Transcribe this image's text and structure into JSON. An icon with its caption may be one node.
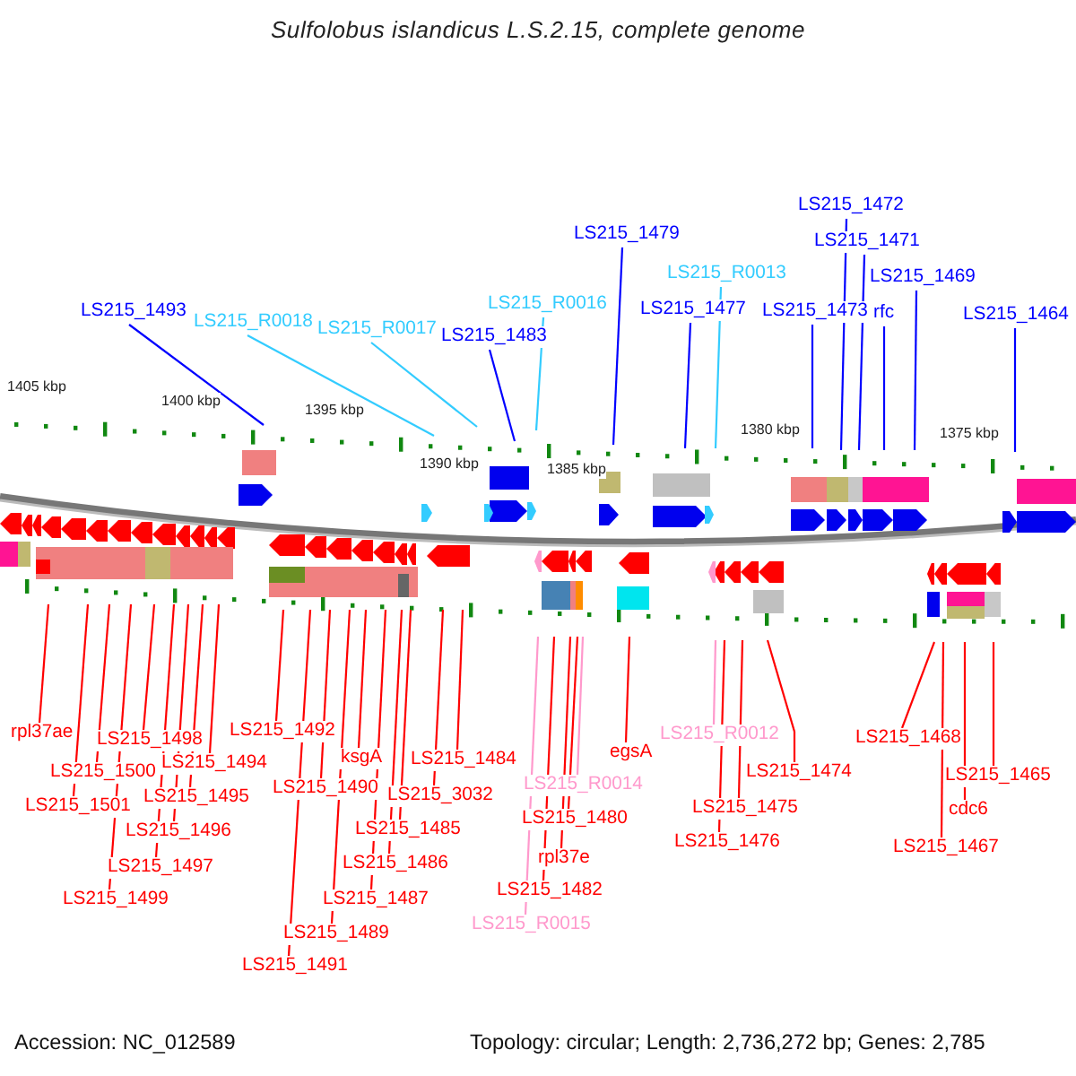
{
  "diagram": {
    "title": "Sulfolobus islandicus L.S.2.15, complete genome",
    "nodes": [
      {
        "text": [
          "LS215_1493"
        ]
      },
      {
        "text": [
          "LS215_R0018"
        ]
      },
      {
        "text": [
          "LS215_R0017"
        ]
      },
      {
        "text": [
          "LS215_1483"
        ]
      },
      {
        "text": [
          "LS215_R0016"
        ]
      },
      {
        "text": [
          "LS215_1479"
        ]
      },
      {
        "text": [
          "LS215_R0013"
        ]
      },
      {
        "text": [
          "LS215_1477"
        ]
      },
      {
        "text": [
          "LS215_1473"
        ]
      },
      {
        "text": [
          "LS215_1472"
        ]
      },
      {
        "text": [
          "LS215_1471"
        ]
      },
      {
        "text": [
          "rfc"
        ]
      },
      {
        "text": [
          "LS215_1469"
        ]
      },
      {
        "text": [
          "LS215_1464"
        ]
      },
      {
        "text": [
          "rpl37ae"
        ]
      },
      {
        "text": [
          "LS215_1501"
        ]
      },
      {
        "text": [
          "LS215_1500"
        ]
      },
      {
        "text": [
          "LS215_1499"
        ]
      },
      {
        "text": [
          "LS215_1498"
        ]
      },
      {
        "text": [
          "LS215_1497"
        ]
      },
      {
        "text": [
          "LS215_1496"
        ]
      },
      {
        "text": [
          "LS215_1495"
        ]
      },
      {
        "text": [
          "LS215_1494"
        ]
      },
      {
        "text": [
          "LS215_1492"
        ]
      },
      {
        "text": [
          "LS215_1491"
        ]
      },
      {
        "text": [
          "LS215_1490"
        ]
      },
      {
        "text": [
          "LS215_1489"
        ]
      },
      {
        "text": [
          "ksgA"
        ]
      },
      {
        "text": [
          "LS215_1487"
        ]
      },
      {
        "text": [
          "LS215_1486"
        ]
      },
      {
        "text": [
          "LS215_1485"
        ]
      },
      {
        "text": [
          "LS215_3032"
        ]
      },
      {
        "text": [
          "LS215_1484"
        ]
      },
      {
        "text": [
          "LS215_R0015"
        ]
      },
      {
        "text": [
          "LS215_1482"
        ]
      },
      {
        "text": [
          "rpl37e"
        ]
      },
      {
        "text": [
          "LS215_1480"
        ]
      },
      {
        "text": [
          "LS215_R0014"
        ]
      },
      {
        "text": [
          "egsA"
        ]
      },
      {
        "text": [
          "LS215_R0012"
        ]
      },
      {
        "text": [
          "LS215_1476"
        ]
      },
      {
        "text": [
          "LS215_1475"
        ]
      },
      {
        "text": [
          "LS215_1474"
        ]
      },
      {
        "text": [
          "LS215_1468"
        ]
      },
      {
        "text": [
          "LS215_1467"
        ]
      },
      {
        "text": [
          "cdc6"
        ]
      },
      {
        "text": [
          "LS215_1465"
        ]
      }
    ],
    "edges": [
      {
        "from": 0,
        "to": null,
        "arrow": "none",
        "color": "#0000ff"
      },
      {
        "from": 1,
        "to": null,
        "arrow": "none",
        "color": "#33ccff"
      },
      {
        "from": 2,
        "to": null,
        "arrow": "none",
        "color": "#33ccff"
      },
      {
        "from": 3,
        "to": null,
        "arrow": "none",
        "color": "#0000ff"
      },
      {
        "from": 4,
        "to": null,
        "arrow": "none",
        "color": "#33ccff"
      },
      {
        "from": 5,
        "to": null,
        "arrow": "none",
        "color": "#0000ff"
      },
      {
        "from": 6,
        "to": null,
        "arrow": "none",
        "color": "#33ccff"
      },
      {
        "from": 7,
        "to": null,
        "arrow": "none",
        "color": "#0000ff"
      },
      {
        "from": 8,
        "to": null,
        "arrow": "none",
        "color": "#0000ff"
      },
      {
        "from": 9,
        "to": null,
        "arrow": "none",
        "color": "#0000ff"
      },
      {
        "from": 10,
        "to": null,
        "arrow": "none",
        "color": "#0000ff"
      },
      {
        "from": 11,
        "to": null,
        "arrow": "none",
        "color": "#0000ff"
      },
      {
        "from": 12,
        "to": null,
        "arrow": "none",
        "color": "#0000ff"
      },
      {
        "from": 13,
        "to": null,
        "arrow": "none",
        "color": "#0000ff"
      },
      {
        "from": 14,
        "to": null,
        "arrow": "none"
      },
      {
        "from": 15,
        "to": null,
        "arrow": "none"
      },
      {
        "from": 16,
        "to": null,
        "arrow": "none"
      },
      {
        "from": 17,
        "to": null,
        "arrow": "none"
      },
      {
        "from": 18,
        "to": null,
        "arrow": "none"
      },
      {
        "from": 19,
        "to": null,
        "arrow": "none"
      },
      {
        "from": 20,
        "to": null,
        "arrow": "none"
      },
      {
        "from": 21,
        "to": null,
        "arrow": "none"
      },
      {
        "from": 22,
        "to": null,
        "arrow": "none"
      },
      {
        "from": 23,
        "to": null,
        "arrow": "none"
      },
      {
        "from": 24,
        "to": null,
        "arrow": "none"
      },
      {
        "from": 25,
        "to": null,
        "arrow": "none"
      },
      {
        "from": 26,
        "to": null,
        "arrow": "none"
      },
      {
        "from": 27,
        "to": null,
        "arrow": "none"
      },
      {
        "from": 28,
        "to": null,
        "arrow": "none"
      },
      {
        "from": 29,
        "to": null,
        "arrow": "none"
      },
      {
        "from": 30,
        "to": null,
        "arrow": "none"
      },
      {
        "from": 31,
        "to": null,
        "arrow": "none"
      },
      {
        "from": 32,
        "to": null,
        "arrow": "none"
      },
      {
        "from": 33,
        "to": null,
        "arrow": "none",
        "color": "#ff99cc"
      },
      {
        "from": 34,
        "to": null,
        "arrow": "none"
      },
      {
        "from": 35,
        "to": null,
        "arrow": "none"
      },
      {
        "from": 36,
        "to": null,
        "arrow": "none"
      },
      {
        "from": 37,
        "to": null,
        "arrow": "none",
        "color": "#ff99cc"
      },
      {
        "from": 38,
        "to": null,
        "arrow": "none"
      },
      {
        "from": 39,
        "to": null,
        "arrow": "none",
        "color": "#ff99cc"
      },
      {
        "from": 40,
        "to": null,
        "arrow": "none"
      },
      {
        "from": 41,
        "to": null,
        "arrow": "none"
      },
      {
        "from": 42,
        "to": null,
        "arrow": "none"
      },
      {
        "from": 43,
        "to": null,
        "arrow": "none"
      },
      {
        "from": 44,
        "to": null,
        "arrow": "none"
      },
      {
        "from": 45,
        "to": null,
        "arrow": "none"
      },
      {
        "from": 46,
        "to": null,
        "arrow": "none"
      }
    ],
    "labels": [
      "1405 kbp",
      "1400 kbp",
      "1395 kbp",
      "1390 kbp",
      "1385 kbp",
      "1380 kbp",
      "1375 kbp",
      "Accession: NC_012589",
      "Topology: circular; Length: 2,736,272 bp; Genes: 2,785"
    ]
  }
}
